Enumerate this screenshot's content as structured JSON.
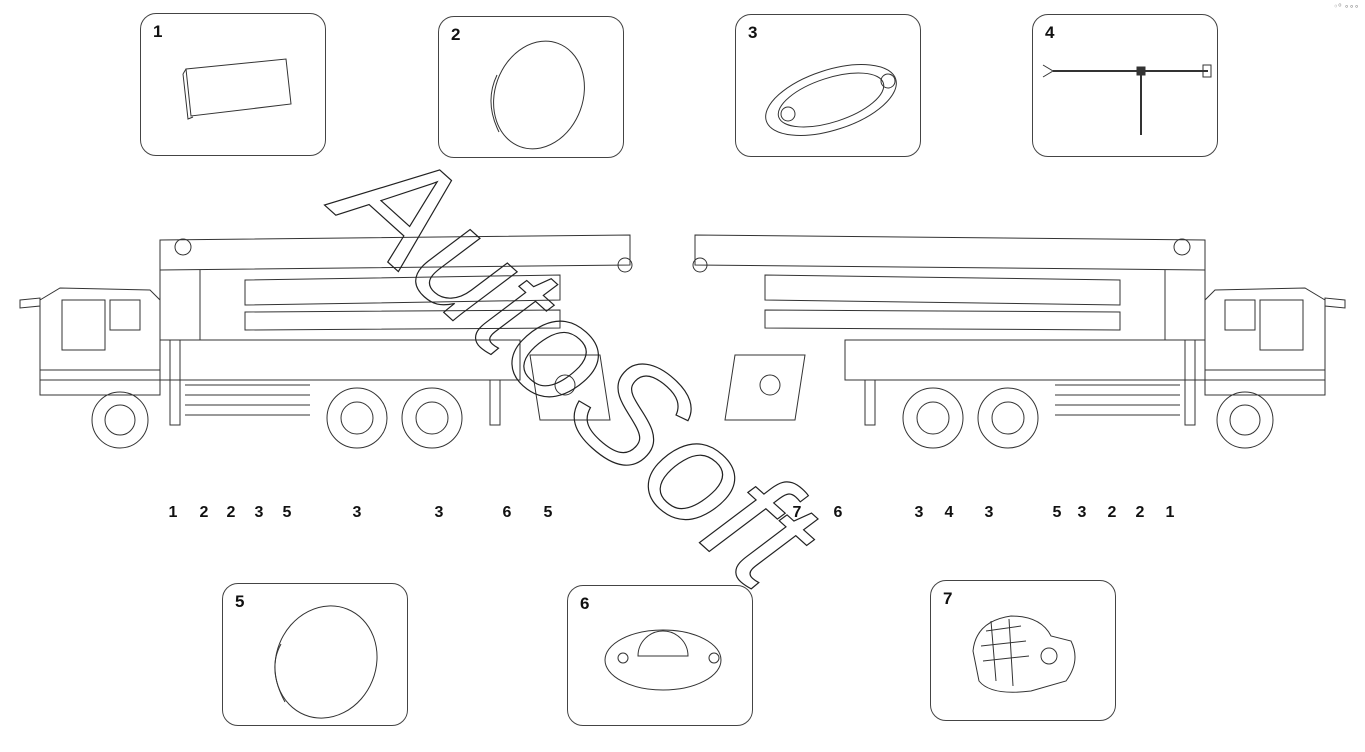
{
  "panels": [
    {
      "number": "1",
      "part": "rectangular-lamp"
    },
    {
      "number": "2",
      "part": "round-lamp"
    },
    {
      "number": "3",
      "part": "oval-lamp"
    },
    {
      "number": "4",
      "part": "wiring-harness"
    },
    {
      "number": "5",
      "part": "round-lamp"
    },
    {
      "number": "6",
      "part": "oval-lamp-with-screws"
    },
    {
      "number": "7",
      "part": "work-lamp"
    }
  ],
  "callouts_left": [
    "1",
    "2",
    "2",
    "3",
    "5",
    "3",
    "3",
    "6",
    "5"
  ],
  "callouts_right": [
    "7",
    "6",
    "3",
    "4",
    "3",
    "5",
    "3",
    "2",
    "2",
    "1"
  ],
  "watermark": "AutoSoft",
  "corner_mark": "◦⁰ ∘∘∘",
  "colors": {
    "line": "#333333",
    "panel_border": "#444444",
    "background": "#ffffff"
  }
}
